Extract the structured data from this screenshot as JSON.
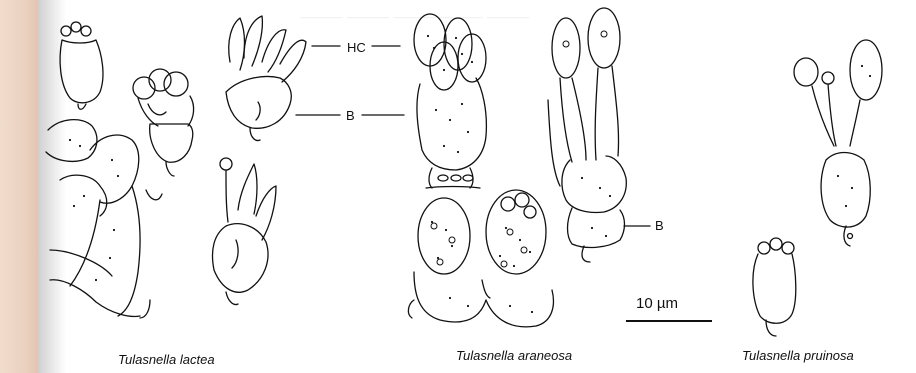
{
  "figure": {
    "captions": {
      "lactea": "Tulasnella lactea",
      "araneosa": "Tulasnella araneosa",
      "pruinosa": "Tulasnella pruinosa"
    },
    "labels": {
      "hc": "HC",
      "b_upper": "B",
      "b_lower": "B"
    },
    "scale_bar": {
      "label": "10 µm"
    }
  },
  "colors": {
    "ink": "#111111",
    "page_edge": "#ead0bf",
    "background": "#ffffff"
  }
}
